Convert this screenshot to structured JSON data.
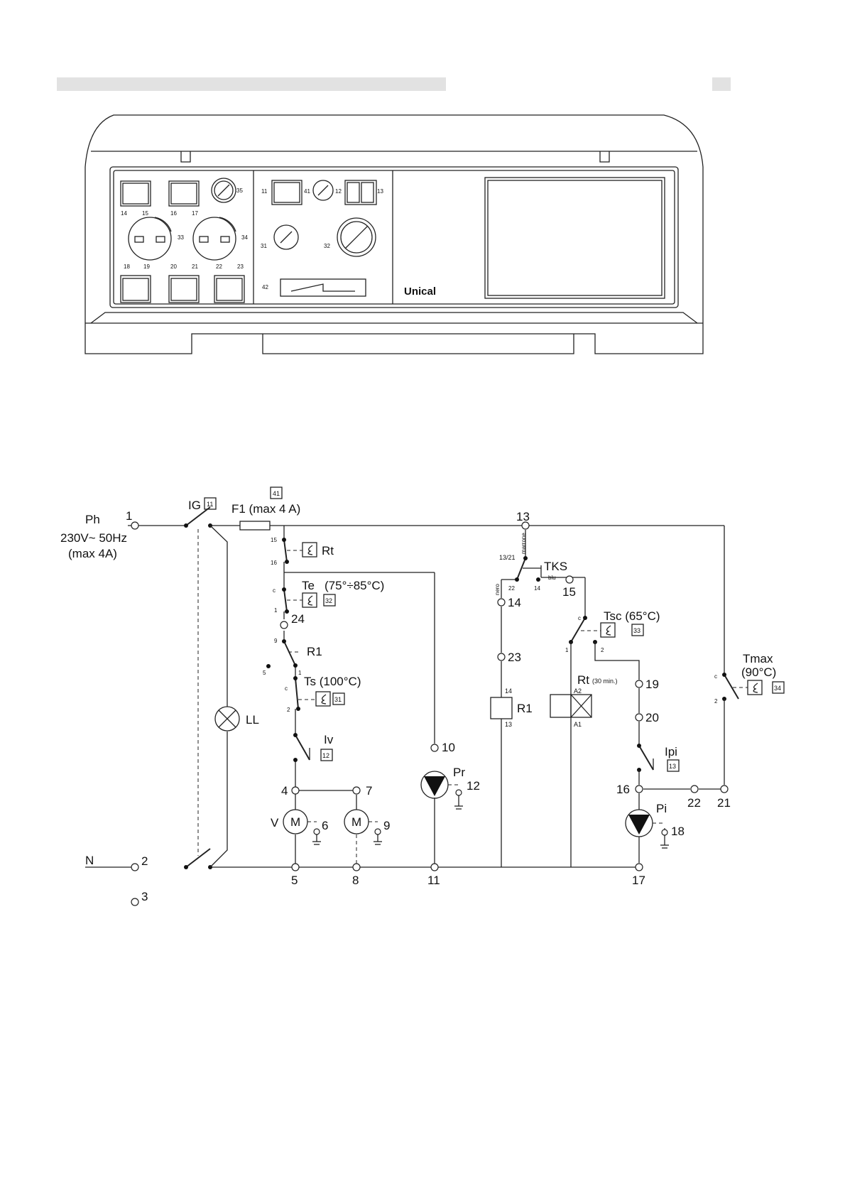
{
  "panel": {
    "brand": "Unical",
    "numbers": [
      "14",
      "15",
      "16",
      "17",
      "35",
      "33",
      "34",
      "18",
      "19",
      "20",
      "21",
      "22",
      "23",
      "11",
      "41",
      "12",
      "13",
      "31",
      "32",
      "42"
    ]
  },
  "schematic": {
    "supply": {
      "phase": "Ph",
      "voltage": "230V~ 50Hz",
      "max_current": "(max 4A)",
      "neutral": "N"
    },
    "components": {
      "IG": "IG",
      "IG_ref": "11",
      "F1": "F1 (max 4 A)",
      "F1_ref": "41",
      "Rt": "Rt",
      "Te": "Te",
      "Te_range": "(75°÷85°C)",
      "Te_ref": "32",
      "R1": "R1",
      "Ts": "Ts (100°C)",
      "Ts_ref": "31",
      "Iv": "Iv",
      "Iv_ref": "12",
      "LL": "LL",
      "V": "V",
      "M": "M",
      "Pr": "Pr",
      "TKS": "TKS",
      "blu": "blu",
      "marrone": "marrone",
      "nero": "nero",
      "Tsc": "Tsc (65°C)",
      "Tsc_ref": "33",
      "Rt_timer": "Rt",
      "Rt_timer_note": "(30 min.)",
      "A1": "A1",
      "A2": "A2",
      "Ipi": "Ipi",
      "Ipi_ref": "13",
      "Pi": "Pi",
      "Tmax": "Tmax",
      "Tmax_temp": "(90°C)",
      "Tmax_ref": "34",
      "c": "c"
    },
    "terminals": [
      "1",
      "2",
      "3",
      "4",
      "5",
      "6",
      "7",
      "8",
      "9",
      "10",
      "11",
      "12",
      "13",
      "14",
      "15",
      "16",
      "17",
      "18",
      "19",
      "20",
      "21",
      "22",
      "23",
      "24"
    ],
    "contacts": {
      "15": "15",
      "16": "16",
      "c": "c",
      "1": "1",
      "9": "9",
      "5": "5",
      "2": "2",
      "13_21": "13/21",
      "22": "22",
      "14": "14",
      "13": "13"
    }
  }
}
